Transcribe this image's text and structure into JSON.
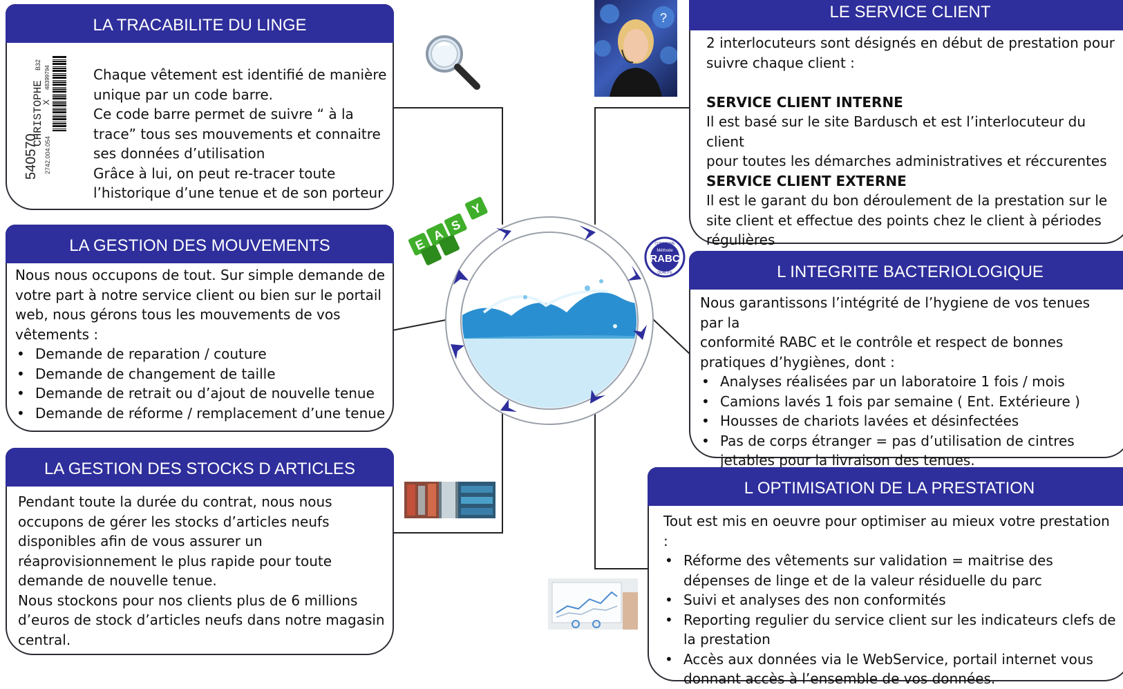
{
  "sections": {
    "tracabilite": {
      "title": "LA TRACABILITE DU LINGE",
      "lines": [
        "Chaque vêtement est identifié de manière",
        "unique par un code barre.",
        "Ce code barre permet de suivre “ à la",
        "trace” tous ses mouvements et connaitre",
        "ses données d’utilisation",
        "Grâce à lui, on peut re-tracer toute",
        "l’historique d’une tenue et de son porteur"
      ],
      "label": {
        "number": "540570",
        "name": "CHRISTOPHE",
        "code": "2742.004.054",
        "x": "X",
        "size": "B32",
        "barcode_num": "48399794"
      }
    },
    "mouvements": {
      "title": "LA GESTION DES MOUVEMENTS",
      "intro": [
        "Nous nous occupons de tout. Sur simple demande de",
        "votre part à notre service client ou bien sur le portail",
        "web, nous gérons tous les mouvements de vos",
        "vêtements :"
      ],
      "bullets": [
        "Demande de reparation / couture",
        "Demande de changement de taille",
        "Demande de retrait ou d’ajout de nouvelle tenue",
        "Demande de réforme / remplacement d’une tenue"
      ]
    },
    "stocks": {
      "title": "LA GESTION DES STOCKS D ARTICLES",
      "lines": [
        "Pendant toute la durée du contrat, nous nous",
        "occupons de gérer les stocks d’articles neufs",
        "disponibles afin de vous assurer un",
        "réaprovisionnement le plus rapide pour toute",
        "demande de nouvelle tenue.",
        "Nous stockons pour nos clients plus de 6 millions",
        "d’euros de stock d’articles neufs dans notre magasin",
        "central."
      ]
    },
    "service": {
      "title": "LE SERVICE CLIENT",
      "intro": [
        "2 interlocuteurs sont désignés en début de prestation pour",
        "suivre chaque client :"
      ],
      "internal_title": "SERVICE CLIENT INTERNE",
      "internal": [
        "Il est basé sur le site Bardusch et est l’interlocuteur du client",
        "pour toutes les démarches administratives et réccurentes"
      ],
      "external_title": "SERVICE CLIENT EXTERNE",
      "external": [
        "Il est le garant du bon déroulement de la prestation sur le",
        "site client et effectue des points chez le client à périodes",
        "régulières"
      ]
    },
    "integrite": {
      "title": "L INTEGRITE BACTERIOLOGIQUE",
      "intro": [
        "Nous garantissons l’intégrité de l’hygiene de vos tenues par la",
        "conformité RABC et le contrôle et respect de bonnes",
        "pratiques d’hygiènes, dont :"
      ],
      "bullets": [
        "Analyses réalisées par un laboratoire 1 fois / mois",
        "Camions lavés 1 fois par semaine ( Ent. Extérieure )",
        "Housses de chariots lavées et désinfectées",
        "Pas de corps étranger = pas d’utilisation de cintres jetables pour la livraison des tenues."
      ]
    },
    "optimisation": {
      "title": "L OPTIMISATION DE LA PRESTATION",
      "intro": "Tout est mis en oeuvre pour optimiser au mieux votre prestation :",
      "bullets": [
        "Réforme des vêtements sur validation = maitrise des dépenses de linge et de la valeur résiduelle du parc",
        "Suivi et analyses des non conformités",
        "Reporting regulier du service client sur les indicateurs clefs de la prestation",
        "Accès aux données via le WebService, portail internet vous donnant accès à l’ensemble de vos données."
      ]
    }
  },
  "badges": {
    "easy": [
      "E",
      "A",
      "S",
      "Y"
    ],
    "rabc_top": "CONFORME",
    "rabc_method": "Méthode",
    "rabc_main": "RABC",
    "rabc_bottom": "QUALITE"
  },
  "colors": {
    "header": "#2e2e9c",
    "border": "#2b2b33",
    "arrow": "#2e2e9c",
    "water": "#3a9fd8",
    "easy_green": "#3fae2a"
  },
  "icons": {
    "magnifier": "magnifier-icon",
    "operator": "operator-photo",
    "warehouse": "warehouse-photo",
    "chart": "chart-photo",
    "water": "water-splash-image"
  }
}
